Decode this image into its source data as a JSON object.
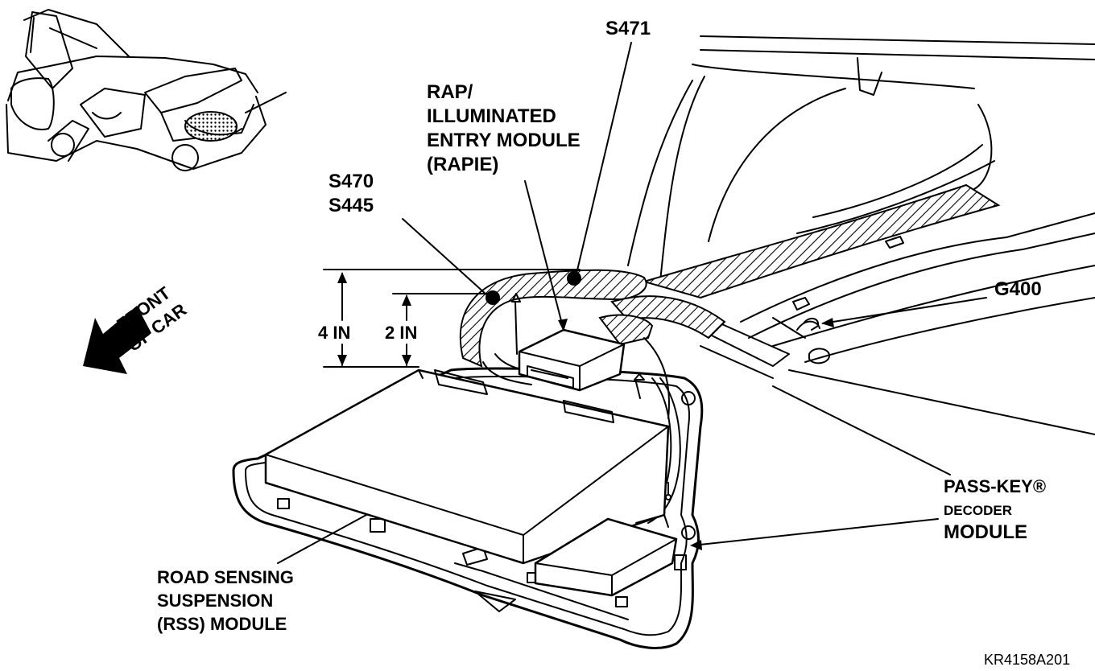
{
  "labels": {
    "s471": "S471",
    "rap_line1": "RAP/",
    "rap_line2": "ILLUMINATED",
    "rap_line3": "ENTRY MODULE",
    "rap_line4": "(RAPIE)",
    "s470": "S470",
    "s445": "S445",
    "g400": "G400",
    "front_line1": "FRONT",
    "front_line2": "OF CAR",
    "dim_4in": "4 IN",
    "dim_2in": "2 IN",
    "passkey_line1": "PASS-KEY®",
    "passkey_line2": "DECODER",
    "passkey_line3": "MODULE",
    "rss_line1": "ROAD SENSING",
    "rss_line2": "SUSPENSION",
    "rss_line3": "(RSS) MODULE",
    "figure_code": "KR4158A201"
  }
}
